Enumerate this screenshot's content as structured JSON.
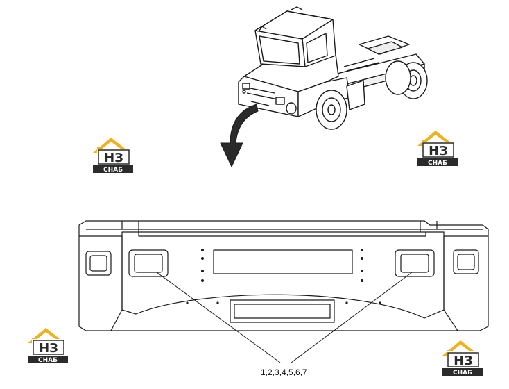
{
  "diagram": {
    "callout_label": "1,2,3,4,5,6,7"
  },
  "logo": {
    "mark_text": "НЗ",
    "word_text": "СНАБ",
    "accent_color": "#f0b21a",
    "dark_color": "#2b2b2b"
  },
  "colors": {
    "line": "#1a1a1a",
    "background": "#ffffff"
  }
}
